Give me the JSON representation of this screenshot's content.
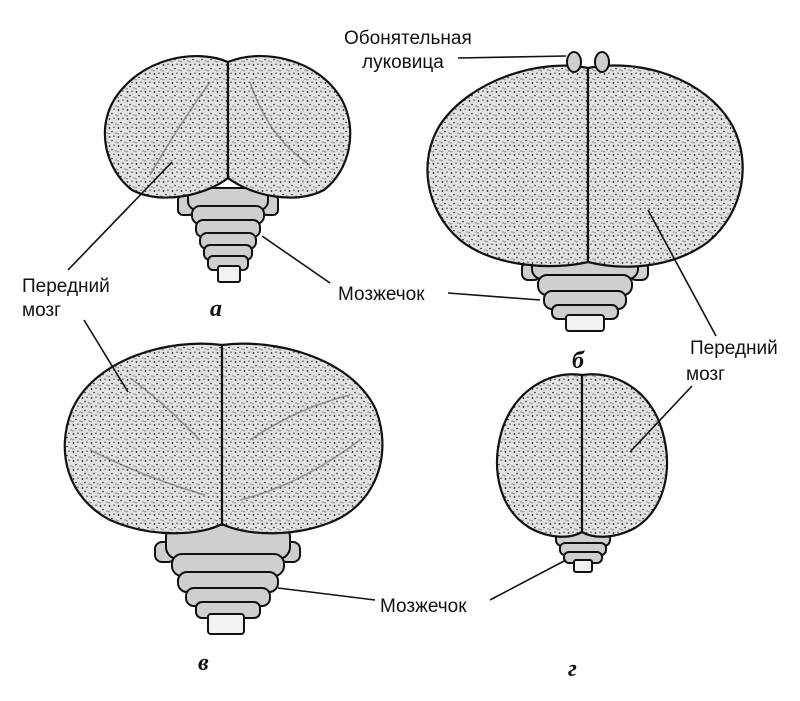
{
  "labels": {
    "olfactory_bulb": [
      "Обонятельная",
      "луковица"
    ],
    "forebrain_left": [
      "Передний",
      "мозг"
    ],
    "forebrain_right": [
      "Передний",
      "мозг"
    ],
    "cerebellum_top": "Мозжечок",
    "cerebellum_bottom": "Мозжечок"
  },
  "panel_letters": {
    "a": "а",
    "b": "б",
    "v": "в",
    "g": "г"
  },
  "colors": {
    "ink": "#111111",
    "hemisphere_fill": "#d9d9d9",
    "background": "#ffffff"
  }
}
